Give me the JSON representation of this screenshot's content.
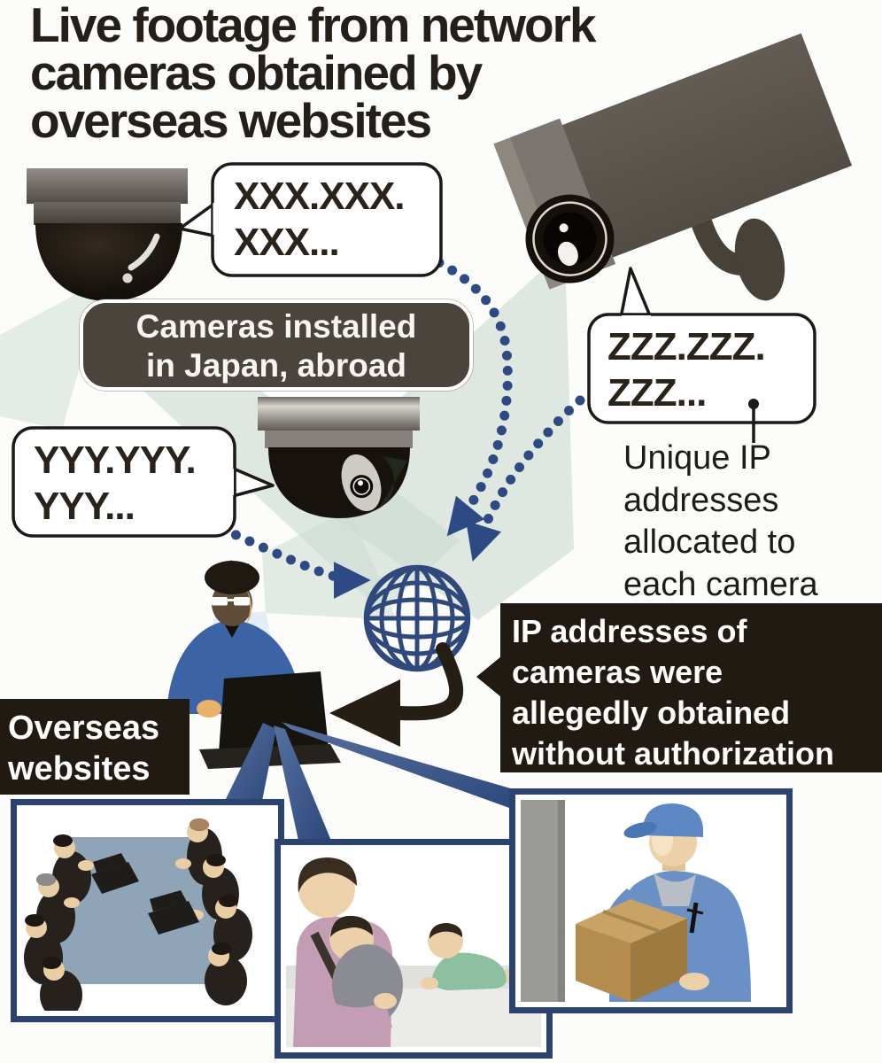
{
  "title": "Live footage from network\ncameras obtained by\noverseas websites",
  "bubbles": {
    "xxx": "XXX.XXX.\nXXX...",
    "yyy": "YYY.YYY.\nYYY...",
    "zzz": "ZZZ.ZZZ.\nZZZ..."
  },
  "labels": {
    "cameras_installed": "Cameras installed\nin Japan, abroad",
    "unique_ip": "Unique IP\naddresses\nallocated to\neach camera",
    "ip_obtained": "IP addresses of\ncameras were\nallegedly obtained\nwithout authorization",
    "overseas_websites": "Overseas\nwebsites"
  },
  "icons": {
    "dome_camera_top": "dome-security-camera",
    "dome_camera_mid": "dome-security-camera",
    "cctv_camera": "wall-mounted-cctv-camera",
    "globe": "internet-globe",
    "hacker": "person-at-laptop",
    "dotted_arrows": "ip-flow-dotted-arrows",
    "curved_arrow": "internet-to-laptop-arrow",
    "view_beams": "laptop-to-footage-beams"
  },
  "scenes": {
    "meeting": "office-meeting-camera-view",
    "family": "parent-and-babies-camera-view",
    "delivery": "delivery-worker-camera-view"
  },
  "colors": {
    "navy_accent": "#2d4a84",
    "frame_border": "#2c4370",
    "dark_callout": "#201a12",
    "gray_label_box": "#4a443d",
    "beam_green": "#ccdbd2",
    "table_blue": "#8fa5b7",
    "uniform_blue": "#6a90c6",
    "carton_brown": "#b6904f",
    "shirt_mauve": "#c29db3",
    "baby_green": "#8cc0a0"
  }
}
